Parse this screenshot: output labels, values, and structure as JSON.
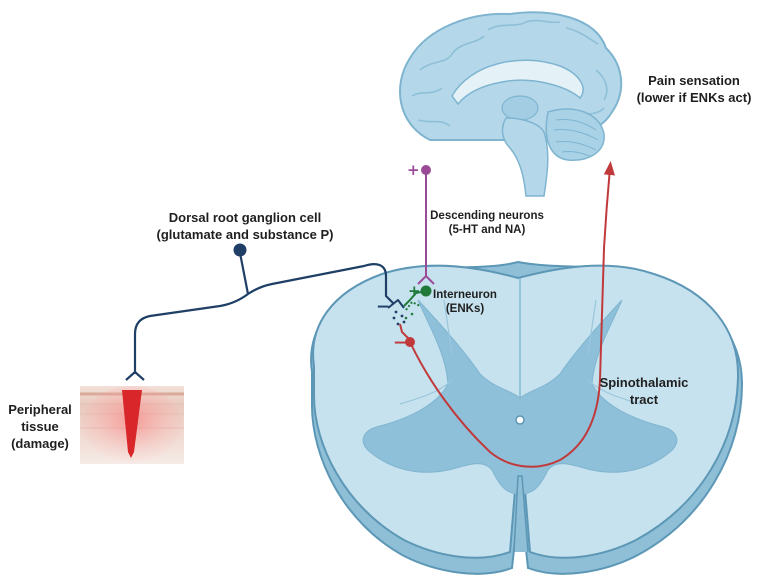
{
  "labels": {
    "pain_line1": "Pain sensation",
    "pain_line2": "(lower if ENKs act)",
    "drg_line1": "Dorsal root ganglion cell",
    "drg_line2": "(glutamate and substance P)",
    "desc_line1": "Descending neurons",
    "desc_line2": "(5-HT and NA)",
    "inter_line1": "Interneuron",
    "inter_line2": "(ENKs)",
    "tract_line1": "Spinothalamic",
    "tract_line2": "tract",
    "tissue_line1": "Peripheral",
    "tissue_line2": "tissue",
    "tissue_line3": "(damage)"
  },
  "signs": {
    "descending_plus": "+",
    "interneuron_plus": "+",
    "drg_minus": "−",
    "projection_minus": "−"
  },
  "colors": {
    "spinal_fill": "#c6e2ee",
    "spinal_edge": "#5d97b6",
    "grey_matter": "#8fc0d9",
    "brain": "#b4d8ea",
    "drg_neuron": "#1f3f66",
    "descending_neuron": "#9b4a98",
    "interneuron": "#1f7a3a",
    "pain_pathway": "#c0393b",
    "wound": "#d8262b"
  }
}
